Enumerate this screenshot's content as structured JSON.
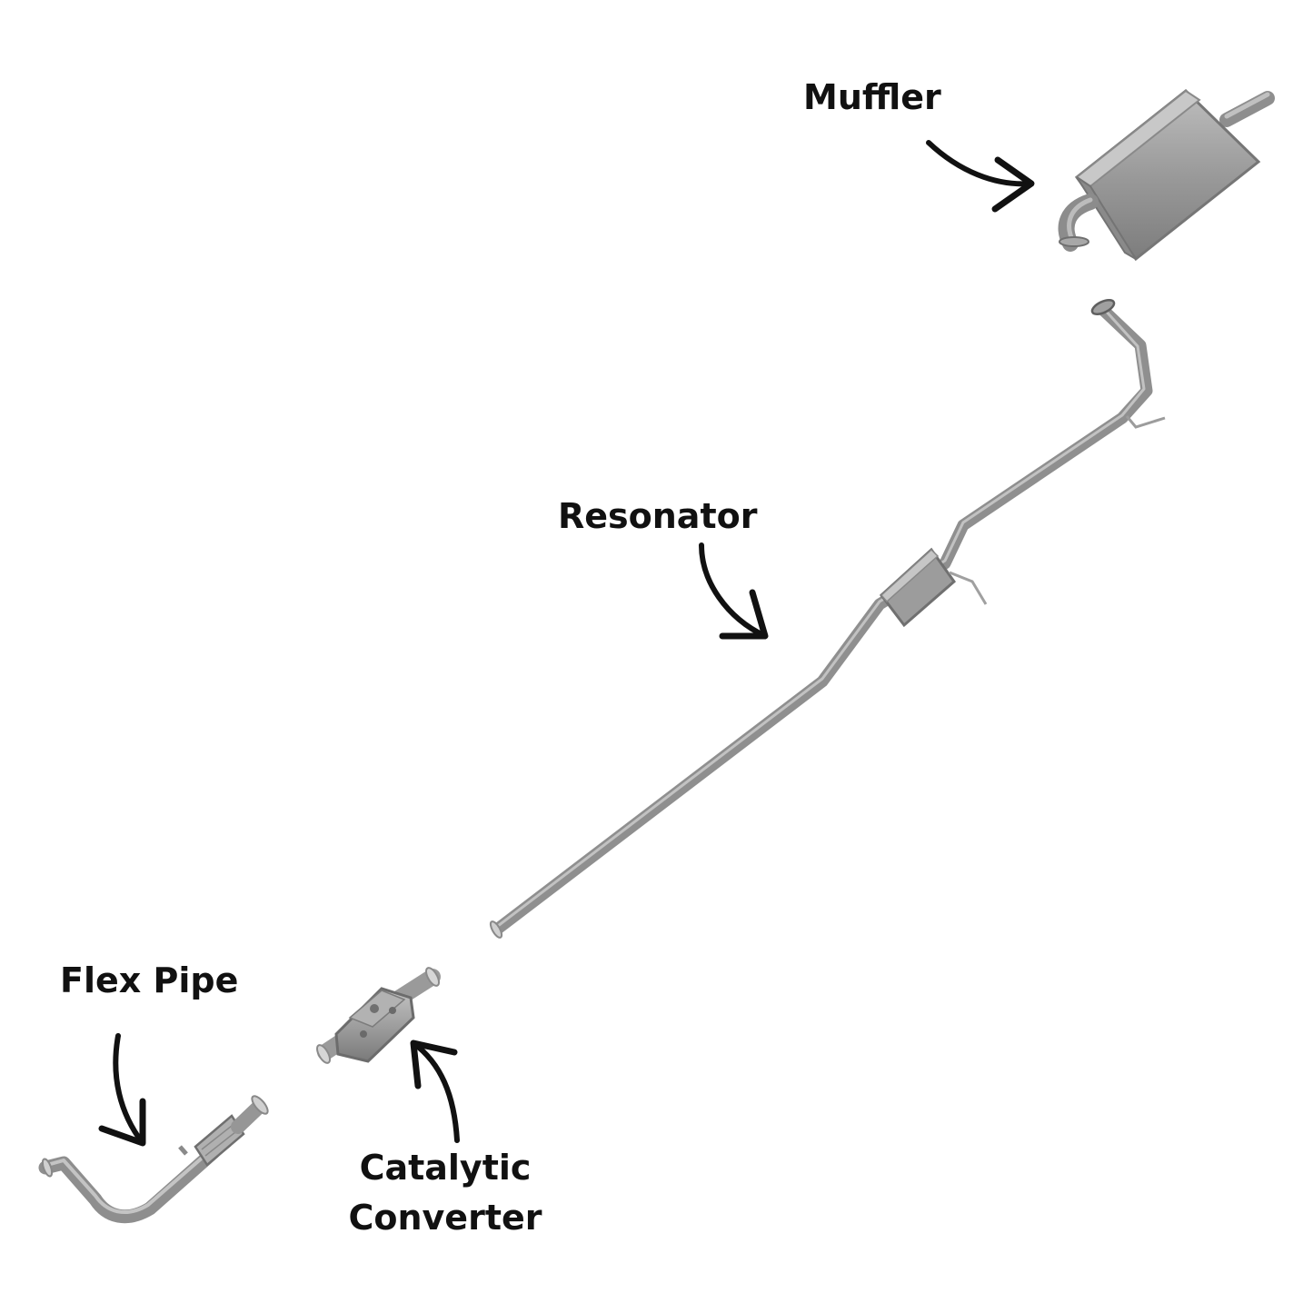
{
  "labels": {
    "muffler": "Muffler",
    "resonator": "Resonator",
    "flex_pipe": "Flex Pipe",
    "catalytic_line1": "Catalytic",
    "catalytic_line2": "Converter"
  },
  "colors": {
    "pipe": "#9a9a9a",
    "pipe_dark": "#7a7a7a",
    "pipe_light": "#bdbdbd",
    "arrow": "#111111",
    "text": "#111111",
    "background": "#ffffff"
  }
}
